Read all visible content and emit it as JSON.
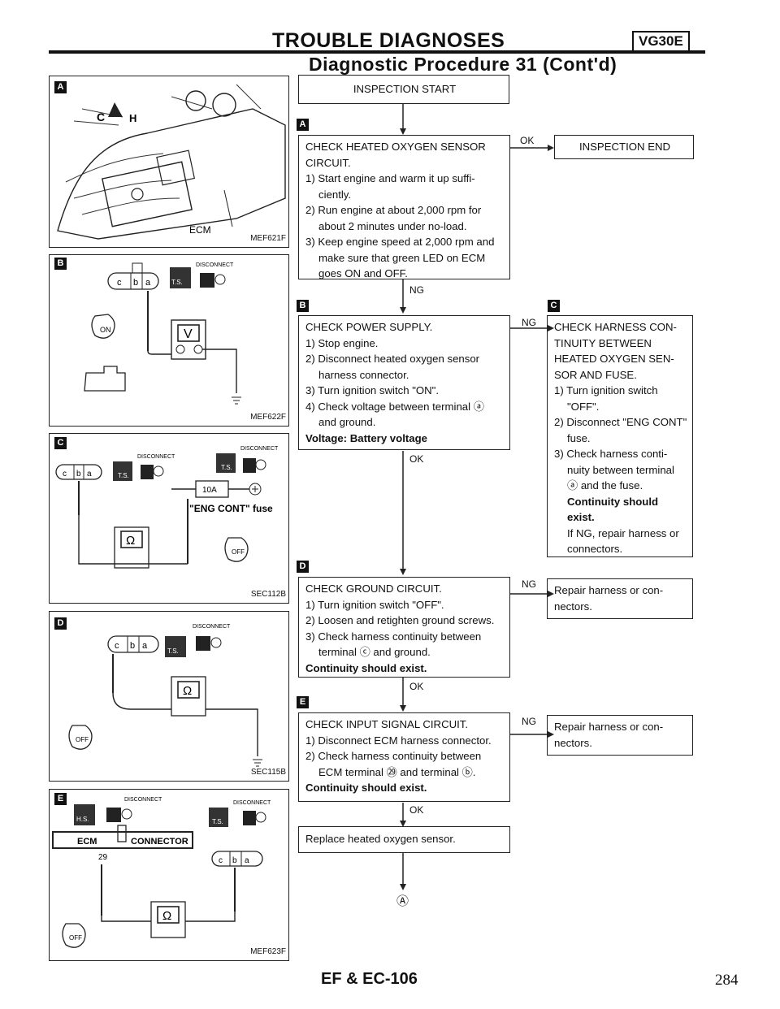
{
  "header": {
    "title": "TROUBLE DIAGNOSES",
    "badge": "VG30E",
    "subtitle": "Diagnostic Procedure 31 (Cont'd)"
  },
  "panels": {
    "A": {
      "letter": "A",
      "code": "MEF621F",
      "ecm_label": "ECM",
      "c_label": "C",
      "h_label": "H"
    },
    "B": {
      "letter": "B",
      "code": "MEF622F",
      "disconnect": "DISCONNECT",
      "meter": "V",
      "ts": "T.S.",
      "on": "ON"
    },
    "C": {
      "letter": "C",
      "code": "SEC112B",
      "disconnect1": "DISCONNECT",
      "disconnect2": "DISCONNECT",
      "fuse_amp": "10A",
      "fuse_label": "\"ENG CONT\" fuse",
      "meter": "Ω",
      "ts": "T.S.",
      "off": "OFF"
    },
    "D": {
      "letter": "D",
      "code": "SEC115B",
      "disconnect": "DISCONNECT",
      "meter": "Ω",
      "ts": "T.S.",
      "off": "OFF"
    },
    "E": {
      "letter": "E",
      "code": "MEF623F",
      "disconnect1": "DISCONNECT",
      "disconnect2": "DISCONNECT",
      "ecm_conn": "ECM",
      "connector": "CONNECTOR",
      "pin": "29",
      "meter": "Ω",
      "hs": "H.S.",
      "ts": "T.S.",
      "off": "OFF"
    }
  },
  "flow": {
    "start": "INSPECTION START",
    "step_a": {
      "letter": "A",
      "heading1": "CHECK HEATED OXYGEN SENSOR",
      "heading2": "CIRCUIT.",
      "items": [
        "1) Start engine and warm it up suffi-ciently.",
        "2) Run engine at about 2,000 rpm for about 2 minutes under no-load.",
        "3) Keep engine speed at 2,000 rpm and make sure that green LED on ECM goes ON and OFF."
      ]
    },
    "ok_a": "OK",
    "end": "INSPECTION END",
    "ng_a": "NG",
    "step_b": {
      "letter": "B",
      "heading": "CHECK POWER SUPPLY.",
      "items": [
        "1) Stop engine.",
        "2) Disconnect heated oxygen sensor harness connector.",
        "3) Turn ignition switch \"ON\".",
        "4) Check voltage between terminal ⓐ and ground."
      ],
      "bold": "Voltage: Battery voltage"
    },
    "ng_b": "NG",
    "ok_b": "OK",
    "step_c": {
      "letter": "C",
      "heading": "CHECK HARNESS CON-TINUITY BETWEEN HEATED OXYGEN SEN-SOR AND FUSE.",
      "items": [
        "1) Turn ignition switch \"OFF\".",
        "2) Disconnect \"ENG CONT\" fuse.",
        "3) Check harness conti-nuity between terminal ⓐ and the fuse."
      ],
      "bold": "Continuity should exist.",
      "tail": "If NG, repair harness or connectors."
    },
    "step_d": {
      "letter": "D",
      "heading": "CHECK GROUND CIRCUIT.",
      "items": [
        "1) Turn ignition switch \"OFF\".",
        "2) Loosen and retighten ground screws.",
        "3) Check harness continuity between terminal ⓒ and ground."
      ],
      "bold": "Continuity should exist."
    },
    "ng_d": "NG",
    "repair_d": "Repair harness or con-nectors.",
    "ok_d": "OK",
    "step_e": {
      "letter": "E",
      "heading": "CHECK INPUT SIGNAL CIRCUIT.",
      "items": [
        "1) Disconnect ECM harness connector.",
        "2) Check harness continuity between ECM terminal ㉙ and terminal ⓑ."
      ],
      "bold": "Continuity should exist."
    },
    "ng_e": "NG",
    "repair_e": "Repair harness or con-nectors.",
    "ok_e": "OK",
    "replace": "Replace heated oxygen sensor.",
    "end_ref": "Ⓐ"
  },
  "footer": {
    "center": "EF & EC-106",
    "page": "284"
  }
}
